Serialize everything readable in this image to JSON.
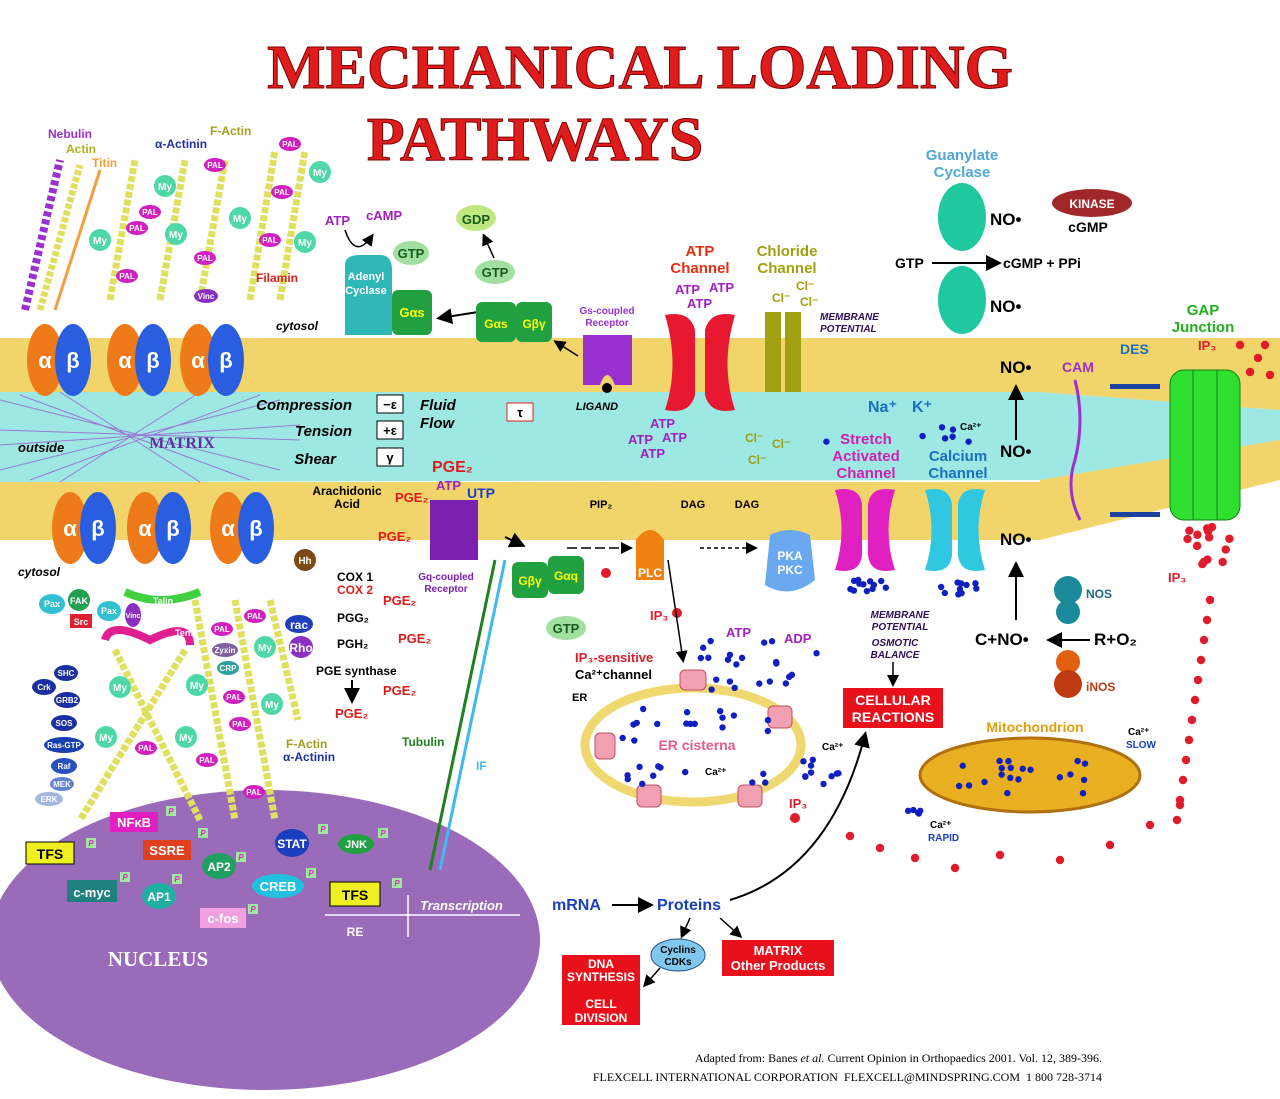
{
  "title": {
    "line1": "MECHANICAL LOADING",
    "line2": "PATHWAYS"
  },
  "colors": {
    "title": "#e01b1b",
    "membrane": "#f1d56a",
    "extracellular": "#9ee8e4",
    "nucleus": "#9a6bb8",
    "ca": "#1020c0",
    "ip3": "#e01b2b"
  },
  "cytoskeleton": {
    "nebulin": "Nebulin",
    "actin": "Actin",
    "titin": "Titin",
    "alpha_actinin": "α-Actinin",
    "f_actin": "F-Actin",
    "filamin": "Filamin",
    "pal": "PAL",
    "my": "My",
    "vinc": "Vinc",
    "alpha": "α",
    "beta": "β"
  },
  "regions": {
    "cytosol_top": "cytosol",
    "outside": "outside",
    "matrix": "MATRIX",
    "cytosol_bottom": "cytosol",
    "nucleus": "NUCLEUS"
  },
  "forces": {
    "compression": "Compression",
    "compression_sym": "−ε",
    "tension": "Tension",
    "tension_sym": "+ε",
    "shear": "Shear",
    "shear_sym": "γ",
    "fluid": "Fluid",
    "flow": "Flow",
    "fluid_sym": "τ"
  },
  "gprotein": {
    "atp": "ATP",
    "camp": "cAMP",
    "adenyl_cyclase_1": "Adenyl",
    "adenyl_cyclase_2": "Cyclase",
    "gtp": "GTP",
    "gdp": "GDP",
    "gas": "Gαs",
    "gby": "Gβγ",
    "gs_receptor_1": "Gs-coupled",
    "gs_receptor_2": "Receptor",
    "ligand": "LIGAND"
  },
  "channels": {
    "atp_channel_1": "ATP",
    "atp_channel_2": "Channel",
    "atp": "ATP",
    "chloride_1": "Chloride",
    "chloride_2": "Channel",
    "cl": "Cl⁻",
    "membrane_potential_1": "MEMBRANE",
    "membrane_potential_2": "POTENTIAL",
    "na": "Na⁺",
    "k": "K⁺",
    "stretch_1": "Stretch",
    "stretch_2": "Activated",
    "stretch_3": "Channel",
    "calcium_1": "Calcium",
    "calcium_2": "Channel",
    "ca": "Ca²⁺"
  },
  "no_pathway": {
    "guanylate_1": "Guanylate",
    "guanylate_2": "Cyclase",
    "no": "NO•",
    "kinase": "KINASE",
    "cgmp": "cGMP",
    "gtp": "GTP",
    "cgmp_ppi": "cGMP + PPi",
    "cam": "CAM",
    "des": "DES",
    "gap_1": "GAP",
    "gap_2": "Junction",
    "ip3": "IP₃",
    "c_no": "C+NO•",
    "r_o2": "R+O₂",
    "nos": "NOS",
    "inos": "iNOS"
  },
  "adhesion": {
    "pax": "Pax",
    "fak": "FAK",
    "src": "Src",
    "talin": "Talin",
    "tensin": "Tensin",
    "zyxin": "Zyxin",
    "crp": "CRP",
    "rac": "rac",
    "rho": "Rho",
    "hh": "Hh",
    "shc": "SHC",
    "crk": "Crk",
    "grb2": "GRB2",
    "sos": "SOS",
    "ras": "Ras-GTP",
    "raf": "Raf",
    "mek": "MEK",
    "erk": "ERK",
    "f_actin": "F-Actin",
    "alpha_actinin": "α-Actinin"
  },
  "prostaglandin": {
    "pge2": "PGE₂",
    "atp": "ATP",
    "utp": "UTP",
    "arachidonic_1": "Arachidonic",
    "arachidonic_2": "Acid",
    "cox1": "COX 1",
    "cox2": "COX 2",
    "pgg2": "PGG₂",
    "pgh2": "PGH₂",
    "pge_synthase": "PGE synthase",
    "gq_receptor_1": "Gq-coupled",
    "gq_receptor_2": "Receptor",
    "gby": "Gβγ",
    "gaq": "Gαq",
    "gtp": "GTP",
    "tubulin": "Tubulin",
    "if": "IF"
  },
  "ip3_pathway": {
    "pip2": "PIP₂",
    "dag": "DAG",
    "plc": "PLC",
    "ip3": "IP₃",
    "pka": "PKA",
    "pkc": "PKC",
    "atp": "ATP",
    "adp": "ADP",
    "ip3_sensitive": "IP₃-sensitive",
    "ca_channel": "Ca²⁺channel",
    "er": "ER",
    "er_cisterna": "ER cisterna",
    "ca": "Ca²⁺",
    "membrane_potential_1": "MEMBRANE",
    "membrane_potential_2": "POTENTIAL",
    "osmotic_1": "OSMOTIC",
    "osmotic_2": "BALANCE",
    "cellular_1": "CELLULAR",
    "cellular_2": "REACTIONS"
  },
  "mitochondrion": {
    "label": "Mitochondrion",
    "ca": "Ca²⁺",
    "slow": "SLOW",
    "rapid": "RAPID"
  },
  "nucleus": {
    "tfs": "TFS",
    "nfkb": "NFκB",
    "ssre": "SSRE",
    "ap2": "AP2",
    "stat": "STAT",
    "jnk": "JNK",
    "cmyc": "c-myc",
    "ap1": "AP1",
    "creb": "CREB",
    "cfos": "c-fos",
    "re": "RE",
    "transcription": "Transcription",
    "p": "P"
  },
  "expression": {
    "mrna": "mRNA",
    "proteins": "Proteins",
    "cyclins": "Cyclins",
    "cdks": "CDKs",
    "matrix_1": "MATRIX",
    "matrix_2": "Other Products",
    "dna_1": "DNA",
    "dna_2": "SYNTHESIS",
    "cell_1": "CELL",
    "cell_2": "DIVISION"
  },
  "footer": {
    "adapted_prefix": "Adapted from: Banes ",
    "et_al": "et al.",
    "adapted_suffix": " Current Opinion in Orthopaedics 2001. Vol. 12, 389-396.",
    "company": "FLEXCELL INTERNATIONAL CORPORATION  FLEXCELL@MINDSPRING.COM  1 800 728-3714"
  }
}
